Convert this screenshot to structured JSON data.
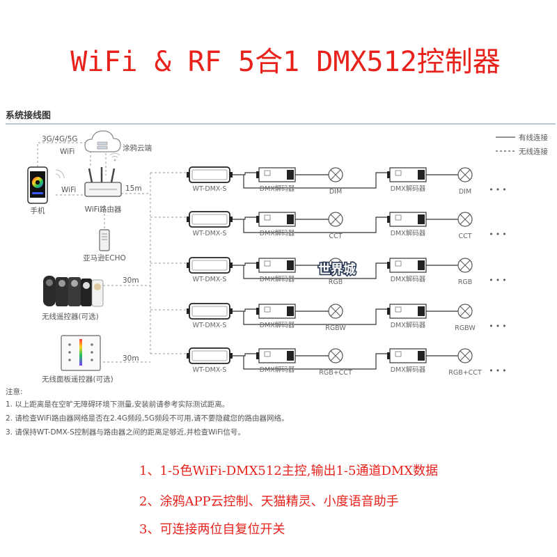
{
  "title": "WiFi & RF 5合1 DMX512控制器",
  "section_title": "系统接线图",
  "legend": {
    "wired": "有线连接",
    "wireless": "无线连接"
  },
  "network": {
    "networks": "3G/4G/5G",
    "wifi_top": "WiFi",
    "cloud": "涂鸦云端",
    "phone": "手机",
    "wifi_side": "WiFi",
    "router": "WiFi路由器",
    "echo": "亚马逊ECHO",
    "remote": "无线遥控器(可选)",
    "panel": "无线面板遥控器(可选)",
    "dist_15m": "15m",
    "dist_30m_a": "30m",
    "dist_30m_b": "30m"
  },
  "rows": [
    {
      "controller": "WT-DMX-S",
      "decoder": "DMX解码器",
      "light1": "DIM",
      "light2": "DIM"
    },
    {
      "controller": "WT-DMX-S",
      "decoder": "DMX解码器",
      "light1": "CCT",
      "light2": "CCT"
    },
    {
      "controller": "WT-DMX-S",
      "decoder": "DMX解码器",
      "light1": "RGB",
      "light2": "RGB"
    },
    {
      "controller": "WT-DMX-S",
      "decoder": "DMX解码器",
      "light1": "RGBW",
      "light2": "RGBW"
    },
    {
      "controller": "WT-DMX-S",
      "decoder": "DMX解码器",
      "light1": "RGB+CCT",
      "light2": "RGB+CCT"
    }
  ],
  "ellipsis": "• • •",
  "watermark": "世界城",
  "notes": {
    "heading": "注意:",
    "items": [
      "1. 以上距离是在空旷无障碍环境下测量,安装前请参考实际测试距离。",
      "2. 请检查WiFi路由器网络是否在2.4G频段,5G频段不可用,请不要隐藏您的路由器网络。",
      "3. 请保持WT-DMX-S控制器与路由器之间的距离足够近,并检查WiFi信号。"
    ]
  },
  "features": [
    "1、1-5色WiFi-DMX512主控,输出1-5通道DMX数据",
    "2、涂鸦APP云控制、天猫精灵、小度语音助手",
    "3、可连接两位自复位开关"
  ],
  "colors": {
    "title": "#e8211b",
    "features": "#e8211b",
    "divider": "#7a8fb0",
    "device": "#333333"
  }
}
